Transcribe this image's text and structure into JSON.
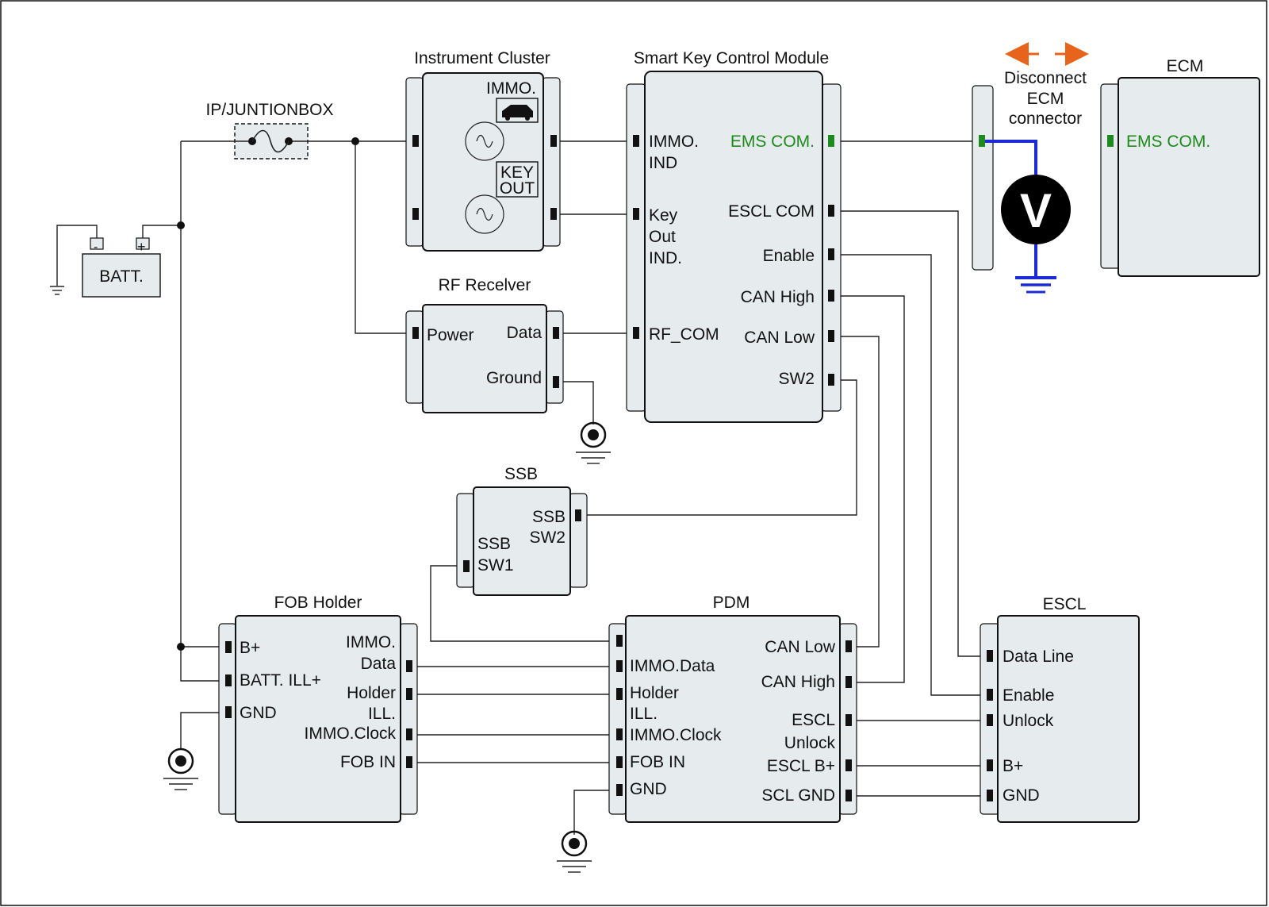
{
  "modules": {
    "ip_junction": "IP/JUNTIONBOX",
    "battery": "BATT.",
    "battery_minus": "-",
    "battery_plus": "+",
    "instrument_cluster": {
      "title": "Instrument Cluster",
      "immo_label": "IMMO.",
      "keyout_line1": "KEY",
      "keyout_line2": "OUT"
    },
    "smart_key": {
      "title": "Smart Key Control Module",
      "immo_ind_1": "IMMO.",
      "immo_ind_2": "IND",
      "key_out_1": "Key",
      "key_out_2": "Out",
      "key_out_3": "IND.",
      "rf_com": "RF_COM",
      "ems_com": "EMS COM.",
      "escl_com": "ESCL COM",
      "enable": "Enable",
      "can_high": "CAN High",
      "can_low": "CAN Low",
      "sw2": "SW2"
    },
    "ecm": {
      "title": "ECM",
      "ems_com": "EMS COM.",
      "disconnect_1": "Disconnect",
      "disconnect_2": "ECM",
      "disconnect_3": "connector",
      "voltmeter": "V"
    },
    "rf_receiver": {
      "title": "RF Recelver",
      "power": "Power",
      "data": "Data",
      "ground": "Ground"
    },
    "ssb": {
      "title": "SSB",
      "sw2_1": "SSB",
      "sw2_2": "SW2",
      "sw1_1": "SSB",
      "sw1_2": "SW1"
    },
    "fob_holder": {
      "title": "FOB Holder",
      "b_plus": "B+",
      "batt_ill": "BATT. ILL+",
      "gnd": "GND",
      "immo_data_1": "IMMO.",
      "immo_data_2": "Data",
      "holder_ill_1": "Holder",
      "holder_ill_2": "ILL.",
      "immo_clock": "IMMO.Clock",
      "fob_in": "FOB IN"
    },
    "pdm": {
      "title": "PDM",
      "immo_data": "IMMO.Data",
      "holder_ill_1": "Holder",
      "holder_ill_2": "ILL.",
      "immo_clock": "IMMO.Clock",
      "fob_in": "FOB IN",
      "gnd": "GND",
      "can_low": "CAN Low",
      "can_high": "CAN High",
      "escl_unlock_1": "ESCL",
      "escl_unlock_2": "Unlock",
      "escl_bplus": "ESCL B+",
      "scl_gnd": "SCL GND"
    },
    "escl": {
      "title": "ESCL",
      "data_line": "Data Line",
      "enable": "Enable",
      "unlock": "Unlock",
      "b_plus": "B+",
      "gnd": "GND"
    }
  },
  "colors": {
    "ems_com": "#1e8a1e",
    "meter_lead": "#1a2bd6",
    "arrow": "#e8641c"
  }
}
